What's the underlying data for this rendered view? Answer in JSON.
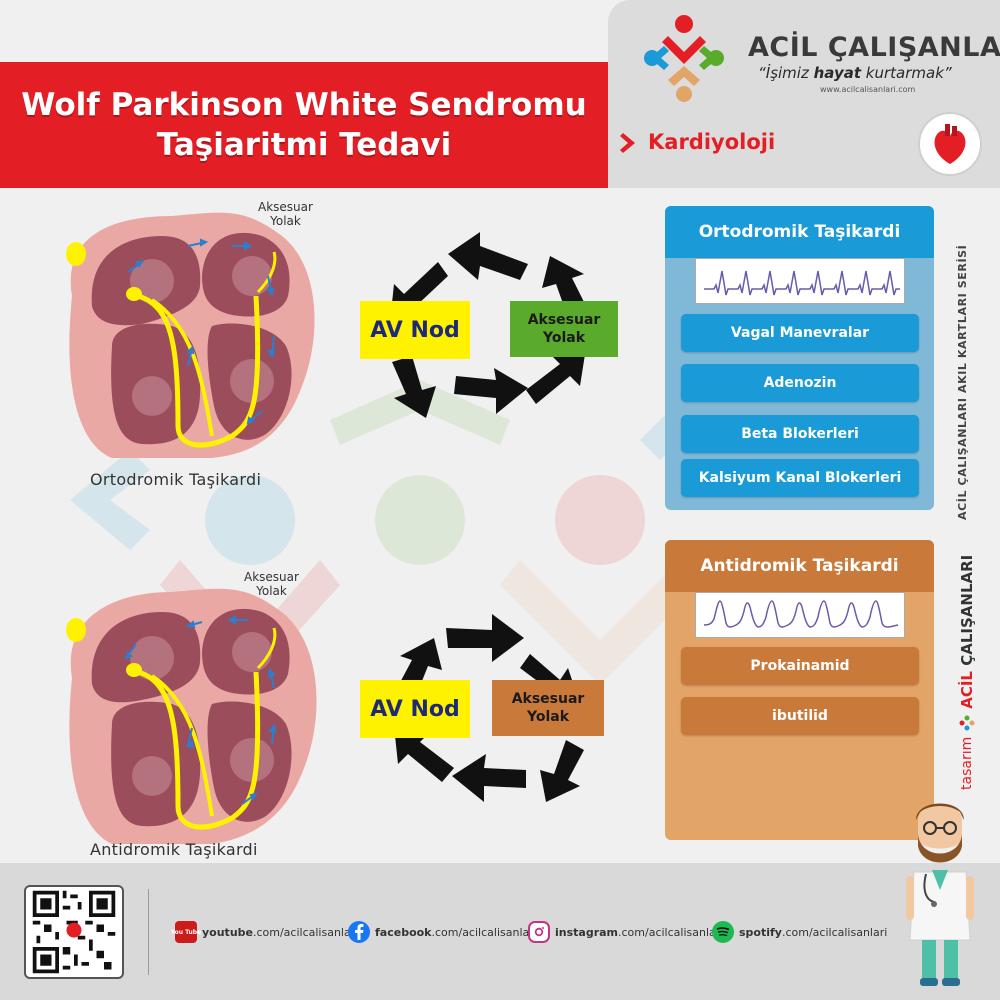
{
  "title": {
    "line1": "Wolf Parkinson White Sendromu",
    "line2": "Taşiaritmi Tedavi"
  },
  "brand": {
    "name": "ACİL ÇALIŞANLARI",
    "slogan_pre": "“İşimiz ",
    "slogan_bold": "hayat",
    "slogan_post": " kurtarmak”",
    "url": "www.acilcalisanlari.com",
    "category": "Kardiyoloji"
  },
  "diagrams": {
    "top": {
      "caption": "Ortodromik Taşikardi",
      "accessory_line1": "Aksesuar",
      "accessory_line2": "Yolak"
    },
    "bottom": {
      "caption": "Antidromik Taşikardi",
      "accessory_line1": "Aksesuar",
      "accessory_line2": "Yolak"
    }
  },
  "cycles": {
    "top": {
      "av_label": "AV Nod",
      "acc_line1": "Aksesuar",
      "acc_line2": "Yolak"
    },
    "bottom": {
      "av_label": "AV Nod",
      "acc_line1": "Aksesuar",
      "acc_line2": "Yolak"
    }
  },
  "panels": {
    "orthodromic": {
      "title": "Ortodromik Taşikardi",
      "items": [
        "Vagal Manevralar",
        "Adenozin",
        "Beta Blokerleri",
        "Kalsiyum Kanal Blokerleri"
      ]
    },
    "antidromic": {
      "title": "Antidromik Taşikardi",
      "items": [
        "Prokainamid",
        "ibutilid"
      ]
    }
  },
  "side": {
    "series": "ACİL ÇALIŞANLARI AKIL KARTLARI SERİSİ",
    "design_label": "tasarım",
    "design_brand_a": "ACİL",
    "design_brand_b": " ÇALIŞANLARI"
  },
  "footer": {
    "youtube_pre": "youtube",
    "youtube_post": ".com/acilcalisanlari",
    "facebook_pre": "facebook",
    "facebook_post": ".com/acilcalisanlari",
    "instagram_pre": "instagram",
    "instagram_post": ".com/acilcalisanlari",
    "spotify_pre": "spotify",
    "spotify_post": ".com/acilcalisanlari",
    "youtube_icon_text": "You Tube"
  },
  "colors": {
    "red": "#e31e24",
    "blue": "#1a9ad6",
    "orange": "#c9793a",
    "yellow": "#fff200",
    "green": "#5aaa2c"
  }
}
